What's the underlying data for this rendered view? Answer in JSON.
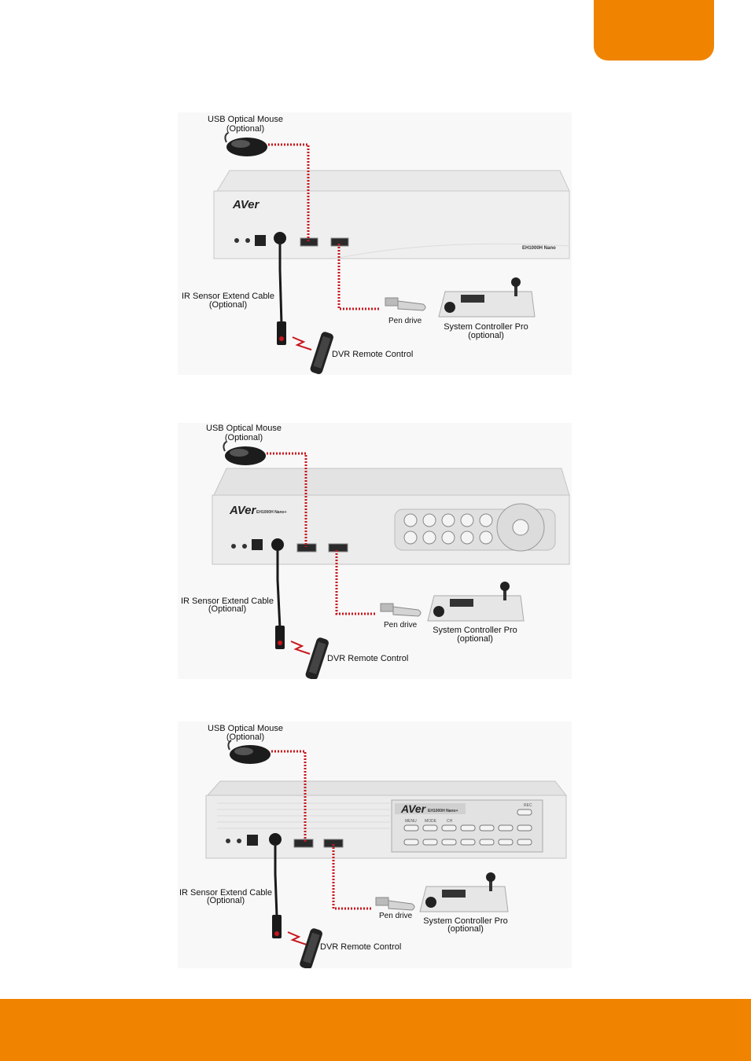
{
  "colors": {
    "accent": "#f08300",
    "cable": "#c8161d"
  },
  "labels": {
    "usb_mouse_line1": "USB Optical Mouse",
    "usb_mouse_line2": "(Optional)",
    "ir_cable_line1": "IR Sensor Extend Cable",
    "ir_cable_line2": "(Optional)",
    "pen_drive": "Pen drive",
    "controller_line1": "System Controller Pro",
    "controller_line2": "(optional)",
    "remote": "DVR Remote Control"
  },
  "brand": "AVer",
  "panels": [
    {
      "model": "EH1000H Nano"
    },
    {
      "model": "EH1000H Nano+"
    },
    {
      "model": "EH1000H Nano+",
      "keys_row1": [
        "MENU",
        "MODE",
        "CH",
        "",
        "",
        "",
        ""
      ],
      "keys_row2": [
        "",
        "",
        "",
        "",
        "",
        "",
        ""
      ],
      "rec": "REC"
    }
  ]
}
